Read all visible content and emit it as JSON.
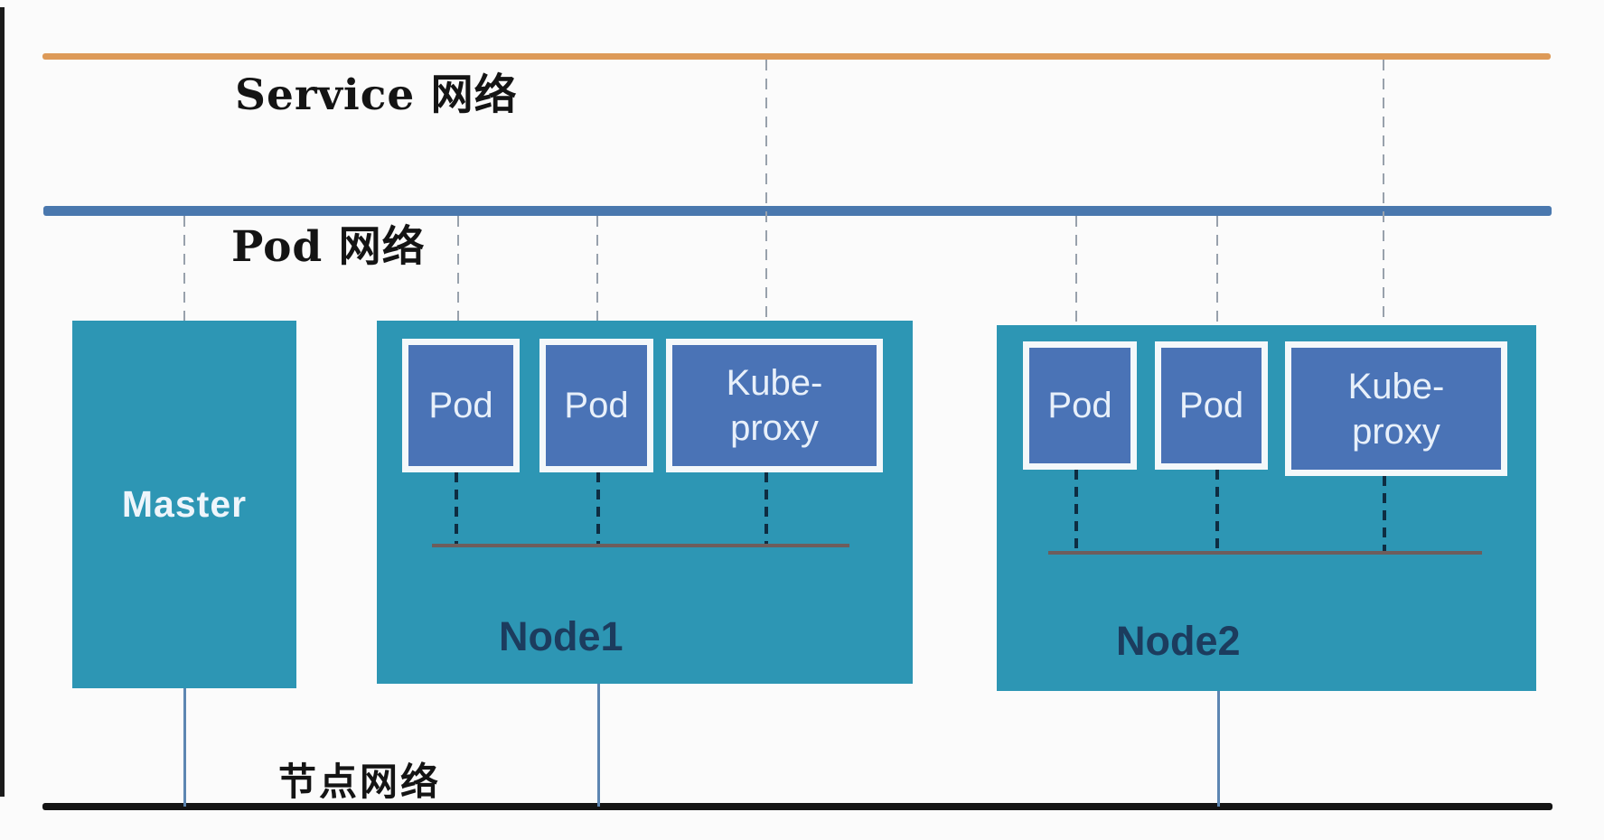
{
  "palette": {
    "background": "#fbfbfb",
    "machine_box_teal": "#2d96b4",
    "pod_box_fill": "#4a73b6",
    "pod_box_border": "#f4f8fa",
    "service_line_orange": "#dd9a58",
    "pod_line_blue": "#4a78ae",
    "node_line_black": "#141414",
    "bus_line_brown": "#6e5d5c",
    "dash_gray": "#98a1ac",
    "dash_dark": "#0e2d42",
    "connector_blue": "#5d86b2",
    "node_label_navy": "#1c3c5e",
    "box_label_white": "#eef5fb"
  },
  "networks": {
    "service": {
      "label": "Service 网络"
    },
    "pod": {
      "label": "Pod 网络"
    },
    "node": {
      "label": "节点网络"
    }
  },
  "master": {
    "label": "Master"
  },
  "nodes": [
    {
      "label": "Node1",
      "pod1": "Pod",
      "pod2": "Pod",
      "proxy_line1": "Kube-",
      "proxy_line2": "proxy"
    },
    {
      "label": "Node2",
      "pod1": "Pod",
      "pod2": "Pod",
      "proxy_line1": "Kube-",
      "proxy_line2": "proxy"
    }
  ]
}
